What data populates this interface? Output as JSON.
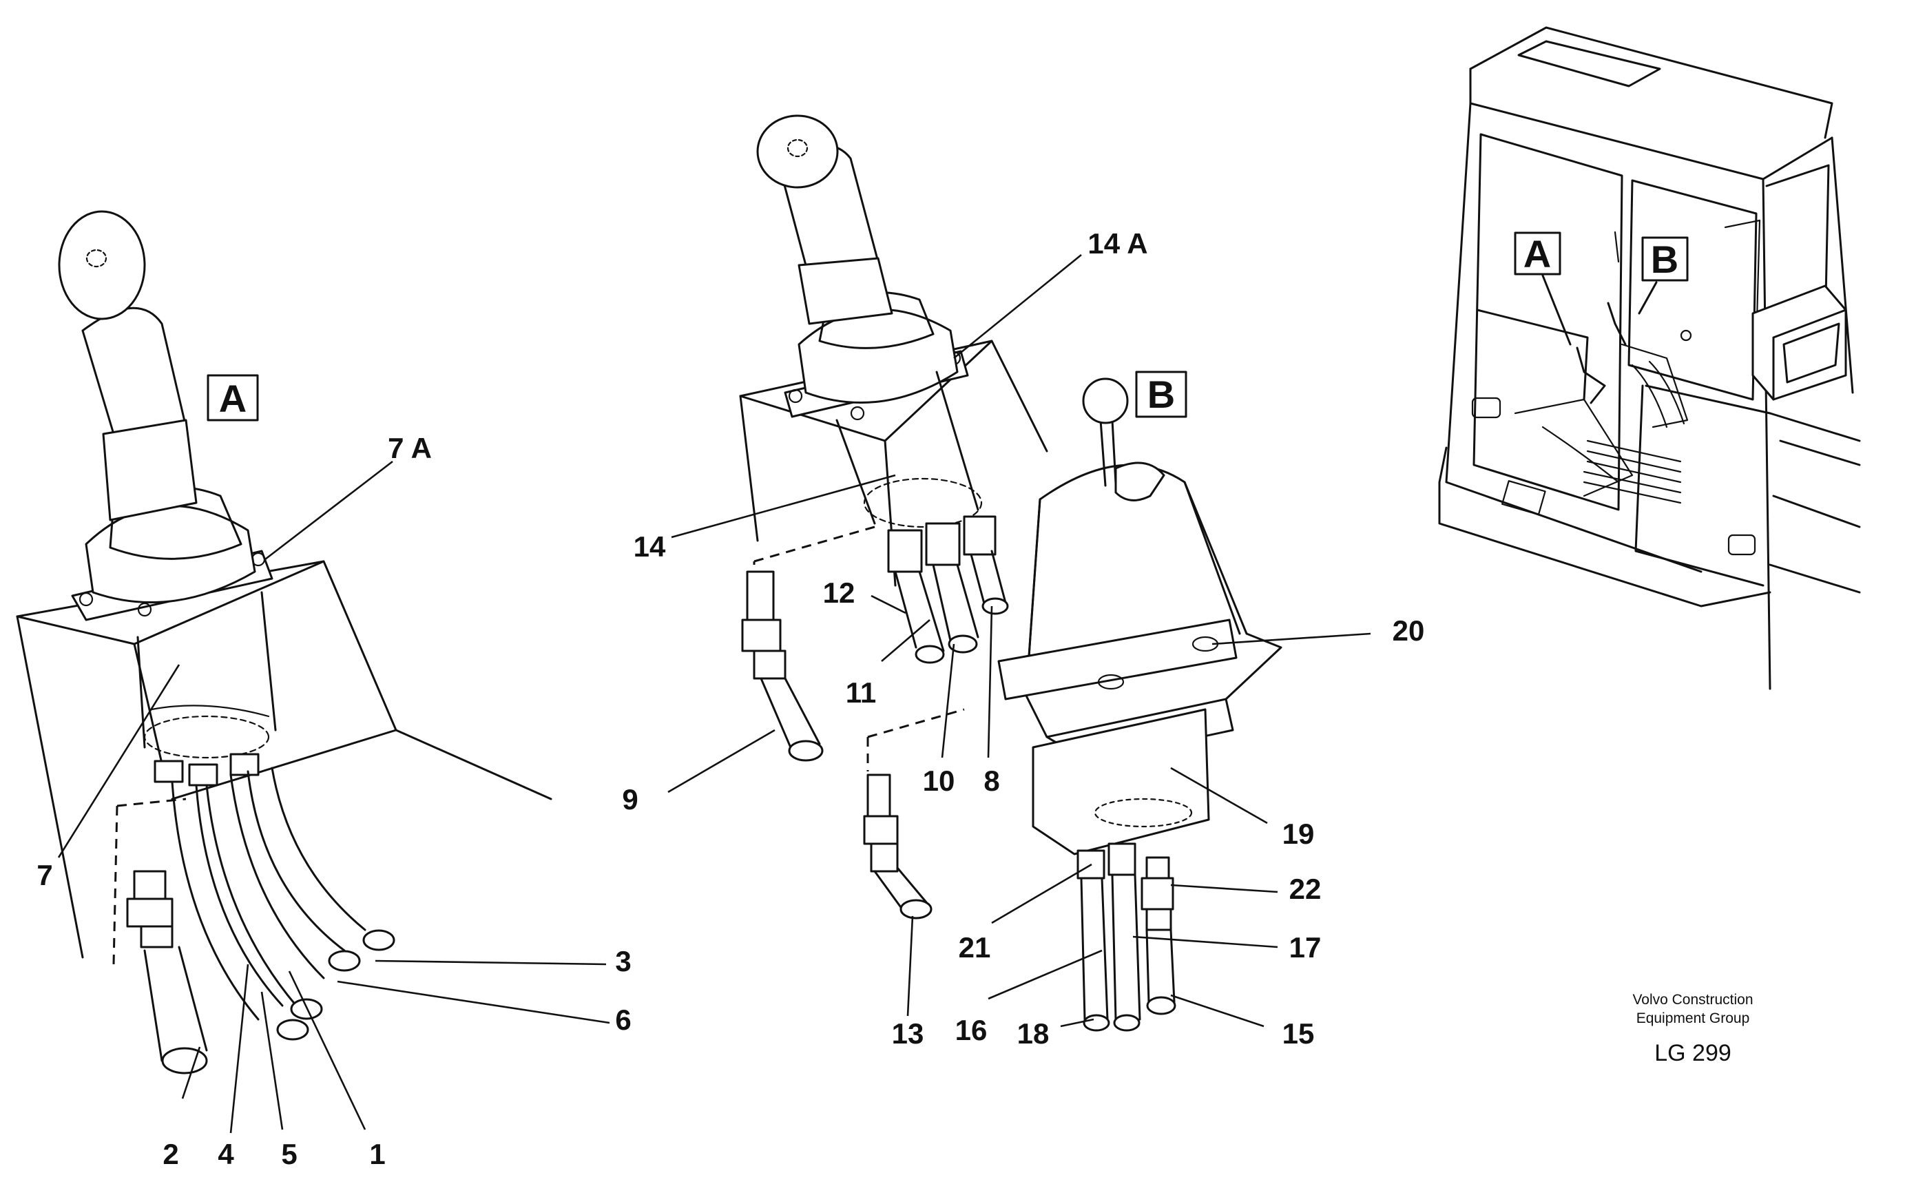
{
  "views": {
    "a": {
      "letter": "A"
    },
    "b": {
      "letter": "B"
    },
    "cab_a": {
      "letter": "A"
    },
    "cab_b": {
      "letter": "B"
    }
  },
  "callouts": {
    "c1": "1",
    "c2": "2",
    "c3": "3",
    "c4": "4",
    "c5": "5",
    "c6": "6",
    "c7": "7",
    "c7a": "7 A",
    "c8": "8",
    "c9": "9",
    "c10": "10",
    "c11": "11",
    "c12": "12",
    "c13": "13",
    "c14": "14",
    "c14a": "14 A",
    "c15": "15",
    "c16": "16",
    "c17": "17",
    "c18": "18",
    "c19": "19",
    "c20": "20",
    "c21": "21",
    "c22": "22"
  },
  "credit": {
    "line1": "Volvo Construction",
    "line2": "Equipment Group",
    "code": "LG 299"
  }
}
